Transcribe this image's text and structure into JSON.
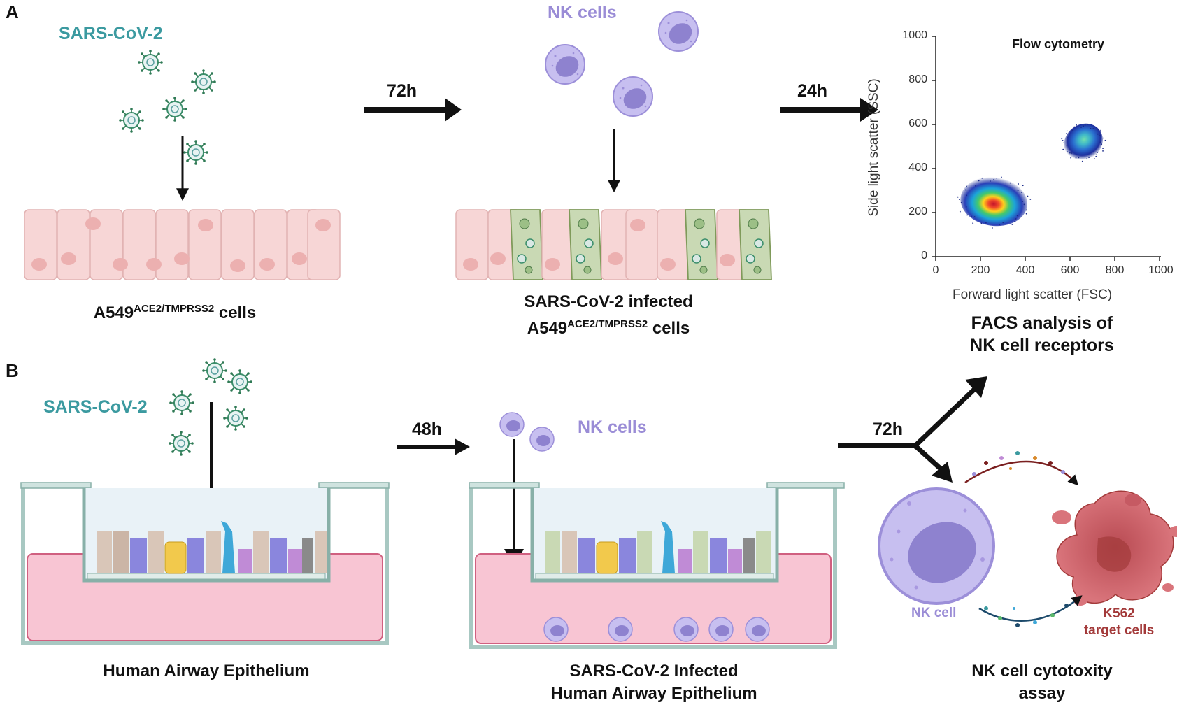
{
  "panels": {
    "a": {
      "letter": "A"
    },
    "b": {
      "letter": "B"
    }
  },
  "panel_a": {
    "virus_label": "SARS-CoV-2",
    "nk_label": "NK cells",
    "time1": "72h",
    "time2": "24h",
    "cells_caption": {
      "base": "A549",
      "sup": "ACE2/TMPRSS2",
      "suffix": " cells"
    },
    "infected_caption": {
      "line1": "SARS-CoV-2 infected",
      "base": "A549",
      "sup": "ACE2/TMPRSS2",
      "suffix": " cells"
    },
    "facs_caption": {
      "line1": "FACS analysis of",
      "line2": "NK cell receptors"
    }
  },
  "flow_plot": {
    "title": "Flow cytometry",
    "xlabel": "Forward light scatter (FSC)",
    "ylabel": "Side light scatter (SSC)",
    "x_ticks": [
      "0",
      "200",
      "400",
      "600",
      "800",
      "1000"
    ],
    "y_ticks": [
      "0",
      "200",
      "400",
      "600",
      "800",
      "1000"
    ]
  },
  "chart_data": {
    "type": "scatter",
    "title": "Flow cytometry",
    "xlabel": "Forward light scatter (FSC)",
    "ylabel": "Side light scatter (SSC)",
    "xlim": [
      0,
      1000
    ],
    "ylim": [
      0,
      1000
    ],
    "populations": [
      {
        "center": [
          260,
          250
        ],
        "spread": [
          150,
          110
        ],
        "density": "high"
      },
      {
        "center": [
          660,
          520
        ],
        "spread": [
          90,
          80
        ],
        "density": "medium"
      }
    ]
  },
  "panel_b": {
    "virus_label": "SARS-CoV-2",
    "nk_label": "NK cells",
    "time1": "48h",
    "time2": "72h",
    "hae_caption": "Human Airway Epithelium",
    "infected_caption": {
      "line1": "SARS-CoV-2 Infected",
      "line2": "Human Airway Epithelium"
    },
    "nk_cell_label": "NK cell",
    "target_label": {
      "line1": "K562",
      "line2": "target cells"
    },
    "assay_caption": {
      "line1": "NK cell cytotoxity",
      "line2": "assay"
    }
  },
  "colors": {
    "teal": "#3b9aa0",
    "lavender": "#9a8cd6",
    "maroon": "#a33a3a",
    "epithelium_pink": "#f7d6d6",
    "infected_green": "#c9d9b4",
    "medium_pink": "#f8c5d3"
  }
}
